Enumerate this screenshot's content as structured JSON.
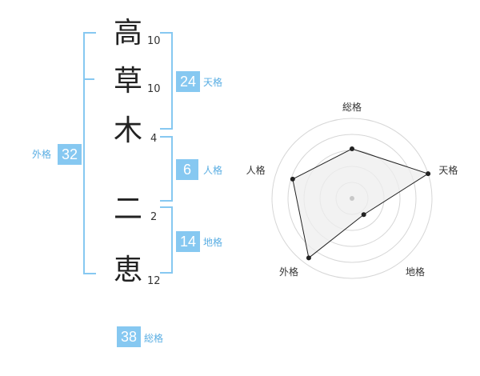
{
  "name": {
    "chars": [
      {
        "char": "高",
        "strokes": "10"
      },
      {
        "char": "草",
        "strokes": "10"
      },
      {
        "char": "木",
        "strokes": "4"
      },
      {
        "char": "二",
        "strokes": "2"
      },
      {
        "char": "恵",
        "strokes": "12"
      }
    ]
  },
  "kakusu": {
    "tenkaku": {
      "value": "24",
      "label": "天格"
    },
    "jinkaku": {
      "value": "6",
      "label": "人格"
    },
    "chikaku": {
      "value": "14",
      "label": "地格"
    },
    "gaikaku": {
      "value": "32",
      "label": "外格"
    },
    "soukaku": {
      "value": "38",
      "label": "総格"
    }
  },
  "chart_data": {
    "type": "radar",
    "axes": [
      "総格",
      "天格",
      "地格",
      "外格",
      "人格"
    ],
    "values": [
      0.62,
      1.0,
      0.25,
      0.92,
      0.78
    ],
    "range": [
      0,
      1
    ],
    "rings": 5,
    "colors": {
      "fill": "#eeeeee",
      "line": "#222222",
      "grid": "#d6d6d6",
      "center": "#c8c8c8"
    }
  },
  "colors": {
    "accent": "#86c8f1",
    "label": "#5aaee3"
  }
}
